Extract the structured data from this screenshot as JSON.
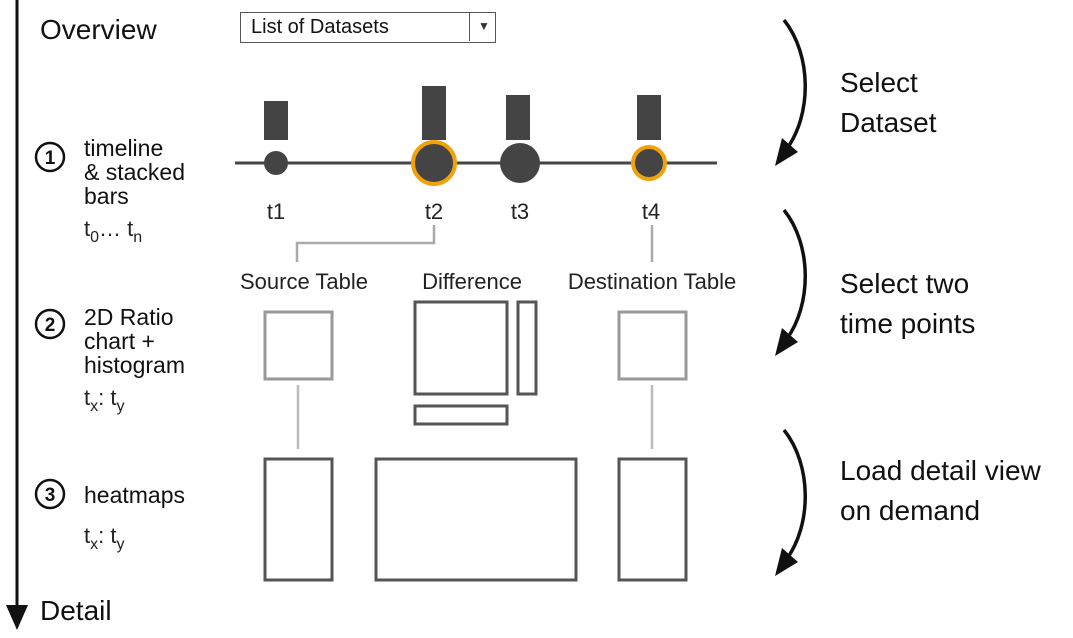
{
  "axis": {
    "top_label": "Overview",
    "bottom_label": "Detail"
  },
  "dataset_select": {
    "value": "List of Datasets"
  },
  "steps": [
    {
      "number": "1",
      "lines": [
        "timeline",
        "& stacked",
        "bars"
      ],
      "sub": "t",
      "sub_a": "0",
      "sub_mid": "… t",
      "sub_b": "n"
    },
    {
      "number": "2",
      "lines": [
        "2D Ratio",
        "chart +",
        "histogram"
      ],
      "sub": "t",
      "sub_a": "x",
      "sub_mid": ": t",
      "sub_b": "y"
    },
    {
      "number": "3",
      "lines": [
        "heatmaps"
      ],
      "sub": "t",
      "sub_a": "x",
      "sub_mid": ": t",
      "sub_b": "y"
    }
  ],
  "timeline": {
    "points": [
      {
        "label": "t1",
        "size": "small",
        "selected": false
      },
      {
        "label": "t2",
        "size": "large",
        "selected": true
      },
      {
        "label": "t3",
        "size": "large",
        "selected": false
      },
      {
        "label": "t4",
        "size": "medium",
        "selected": true
      }
    ]
  },
  "tables": {
    "source": "Source Table",
    "difference": "Difference",
    "destination": "Destination Table"
  },
  "actions": [
    {
      "lines": [
        "Select",
        "Dataset"
      ]
    },
    {
      "lines": [
        "Select two",
        "time points"
      ]
    },
    {
      "lines": [
        "Load detail view",
        "on demand"
      ]
    }
  ],
  "colors": {
    "selected_ring": "#f0a20b",
    "dark": "#444444",
    "light_box": "#999999",
    "dark_box": "#555555"
  }
}
